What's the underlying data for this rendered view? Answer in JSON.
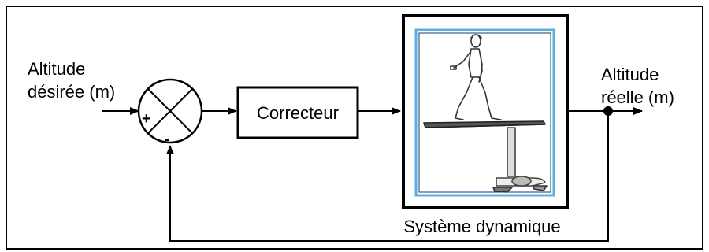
{
  "input": {
    "line1": "Altitude",
    "line2": "désirée (m)"
  },
  "output": {
    "line1": "Altitude",
    "line2": "réelle (m)"
  },
  "summing_junction": {
    "plus_sign": "+",
    "minus_sign": "-"
  },
  "controller": {
    "label": "Correcteur"
  },
  "plant": {
    "label": "Système dynamique",
    "illustration": "person-riding-electric-hydrofoil-board"
  },
  "colors": {
    "line": "#000000",
    "plant_inner_border": "#5aaee0"
  }
}
